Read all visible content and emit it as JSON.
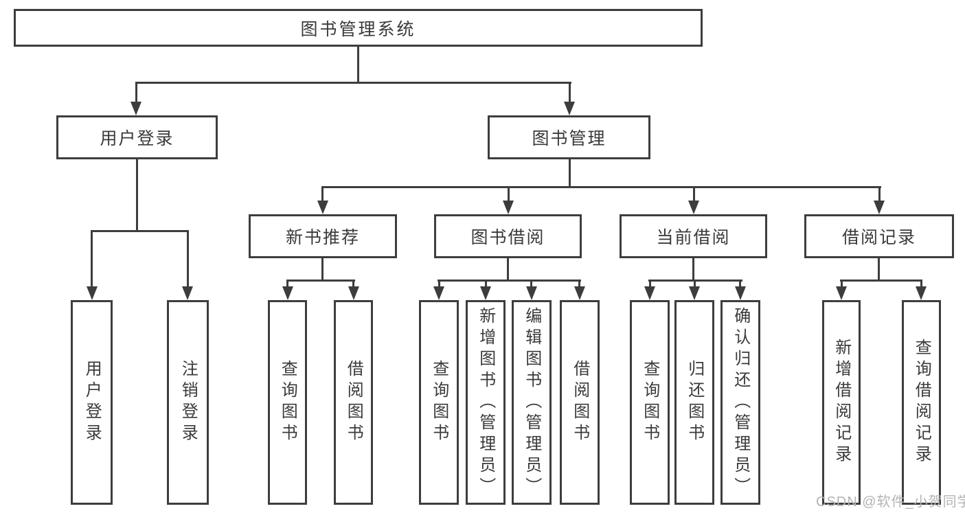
{
  "colors": {
    "line": "#3d3d3d",
    "text": "#3a3a3a",
    "background": "#ffffff",
    "watermark": "#b4b4b4"
  },
  "diagram": {
    "root": "图书管理系统",
    "branches": [
      {
        "label": "用户登录",
        "children": [
          "用户登录",
          "注销登录"
        ]
      },
      {
        "label": "图书管理",
        "groups": [
          {
            "label": "新书推荐",
            "children": [
              "查询图书",
              "借阅图书"
            ]
          },
          {
            "label": "图书借阅",
            "children": [
              "查询图书",
              "新增图书（管理员）",
              "编辑图书（管理员）",
              "借阅图书"
            ]
          },
          {
            "label": "当前借阅",
            "children": [
              "查询图书",
              "归还图书",
              "确认归还（管理员）"
            ]
          },
          {
            "label": "借阅记录",
            "children": [
              "新增借阅记录",
              "查询借阅记录"
            ]
          }
        ]
      }
    ]
  },
  "watermark": "CSDN @软件_小贺同学"
}
